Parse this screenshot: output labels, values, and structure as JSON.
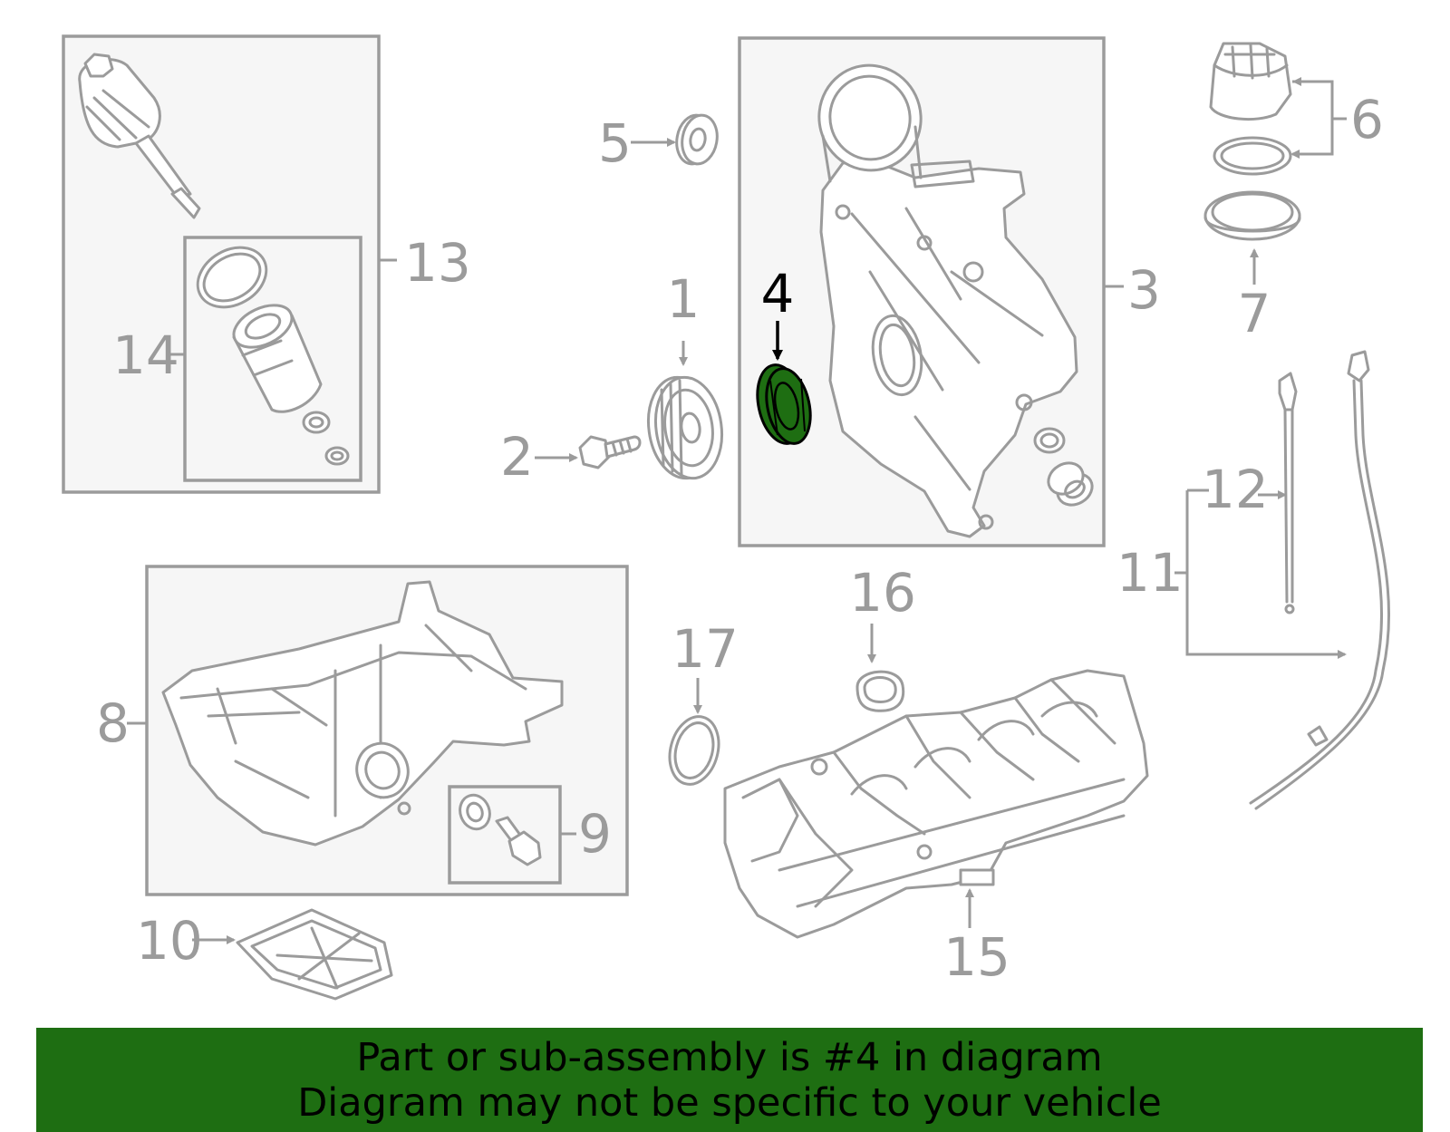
{
  "callouts": {
    "c1": "1",
    "c2": "2",
    "c3": "3",
    "c4": "4",
    "c5": "5",
    "c6": "6",
    "c7": "7",
    "c8": "8",
    "c9": "9",
    "c10": "10",
    "c11": "11",
    "c12": "12",
    "c13": "13",
    "c14": "14",
    "c15": "15",
    "c16": "16",
    "c17": "17"
  },
  "highlight": {
    "part_number": "4",
    "color": "#1e6e12"
  },
  "colors": {
    "linework": "#9b9b9b",
    "box_fill": "#f6f6f6",
    "banner": "#1e6e12"
  },
  "footer": {
    "line1": "Part or sub-assembly is #4 in diagram",
    "line2": "Diagram may not be specific to your vehicle"
  }
}
